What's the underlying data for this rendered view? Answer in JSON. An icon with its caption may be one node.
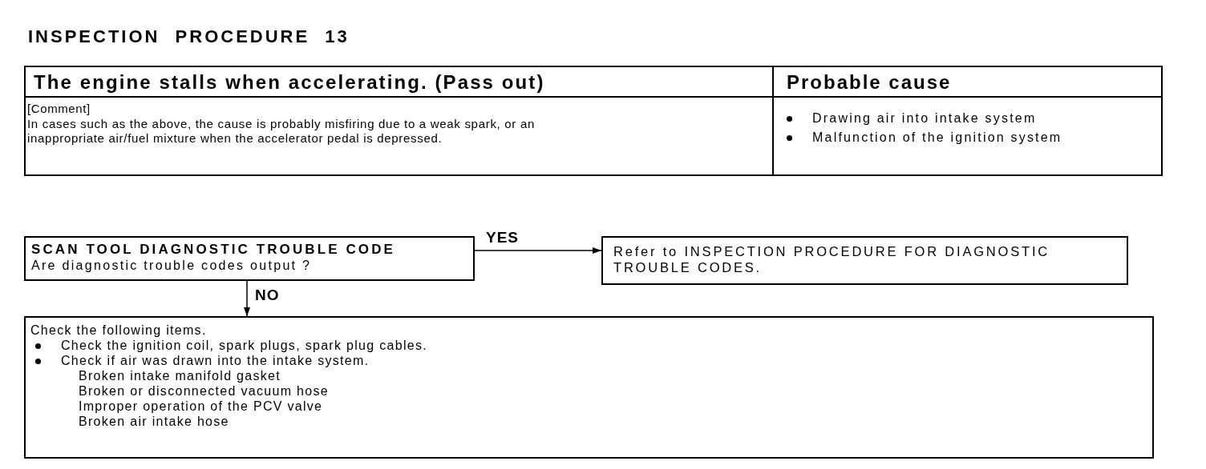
{
  "diagram": {
    "title": "INSPECTION PROCEDURE 13",
    "nodes": [
      {
        "text": [
          "The engine stalls when accelerating. (Pass out)"
        ]
      },
      {
        "text": [
          "Probable cause"
        ]
      },
      {
        "text": [
          "[Comment]",
          "In cases such as the above, the cause is probably misfiring due to a weak spark, or an inappropriate air/fuel mixture when the accelerator pedal is depressed."
        ]
      },
      {
        "text": [
          "Drawing air into intake system",
          "Malfunction of the ignition system"
        ]
      },
      {
        "text": [
          "SCAN TOOL DIAGNOSTIC TROUBLE CODE",
          "Are diagnostic trouble codes output ?"
        ]
      },
      {
        "text": [
          "Refer to INSPECTION PROCEDURE FOR DIAGNOSTIC TROUBLE CODES."
        ]
      },
      {
        "text": [
          "Check the following items.",
          "Check the ignition coil, spark plugs, spark plug cables.",
          "Check if air was drawn into the intake system.",
          "Broken intake manifold gasket",
          "Broken or disconnected vacuum hose",
          "Improper operation of the PCV valve",
          "Broken air intake hose"
        ]
      }
    ],
    "edges": [
      {
        "from": 4,
        "to": 5,
        "arrow": "to",
        "label": "YES"
      },
      {
        "from": 4,
        "to": 6,
        "arrow": "to",
        "label": "NO"
      }
    ]
  }
}
